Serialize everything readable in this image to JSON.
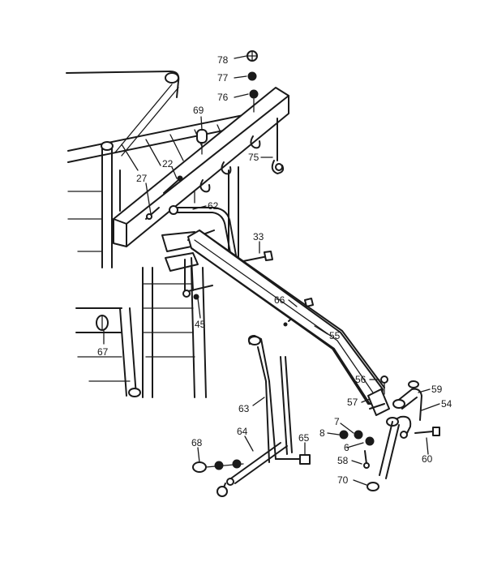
{
  "diagram": {
    "part_numbers": {
      "p78": "78",
      "p77": "77",
      "p76": "76",
      "p69": "69",
      "p75": "75",
      "p22": "22",
      "p27": "27",
      "p62": "62",
      "p33": "33",
      "p66": "66",
      "p45": "45",
      "p67": "67",
      "p55": "55",
      "p56": "56",
      "p59": "59",
      "p57": "57",
      "p54": "54",
      "p63": "63",
      "p64": "64",
      "p65": "65",
      "p68": "68",
      "p8": "8",
      "p7": "7",
      "p6": "6",
      "p60": "60",
      "p58": "58",
      "p70": "70"
    }
  }
}
